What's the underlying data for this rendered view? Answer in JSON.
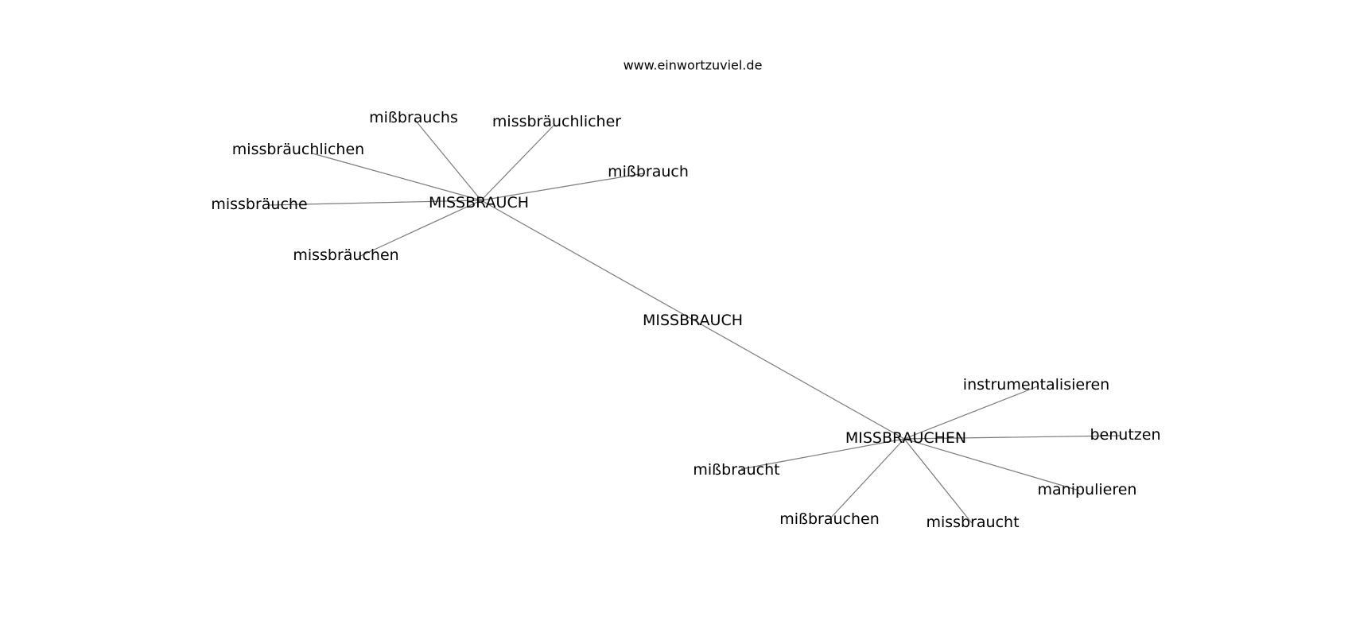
{
  "source": "www.einwortzuviel.de",
  "nodes": [
    {
      "id": "hub1",
      "label": "MISSBRAUCH"
    },
    {
      "id": "center",
      "label": "MISSBRAUCH"
    },
    {
      "id": "hub2",
      "label": "MISSBRAUCHEN"
    },
    {
      "id": "n_missbrauchs",
      "label": "mißbrauchs"
    },
    {
      "id": "n_missbraeuchlicher",
      "label": "missbräuchlicher"
    },
    {
      "id": "n_missbraeuchlichen",
      "label": "missbräuchlichen"
    },
    {
      "id": "n_missbrauch_sz",
      "label": "mißbrauch"
    },
    {
      "id": "n_missbraeuche",
      "label": "missbräuche"
    },
    {
      "id": "n_missbraeuchen",
      "label": "missbräuchen"
    },
    {
      "id": "n_instrumentalisieren",
      "label": "instrumentalisieren"
    },
    {
      "id": "n_benutzen",
      "label": "benutzen"
    },
    {
      "id": "n_missbraucht_sz",
      "label": "mißbraucht"
    },
    {
      "id": "n_manipulieren",
      "label": "manipulieren"
    },
    {
      "id": "n_missbrauchen_sz",
      "label": "mißbrauchen"
    },
    {
      "id": "n_missbraucht",
      "label": "missbraucht"
    }
  ],
  "edges": [
    [
      "hub1",
      "n_missbrauchs"
    ],
    [
      "hub1",
      "n_missbraeuchlicher"
    ],
    [
      "hub1",
      "n_missbraeuchlichen"
    ],
    [
      "hub1",
      "n_missbrauch_sz"
    ],
    [
      "hub1",
      "n_missbraeuche"
    ],
    [
      "hub1",
      "n_missbraeuchen"
    ],
    [
      "hub1",
      "hub2"
    ],
    [
      "hub2",
      "n_instrumentalisieren"
    ],
    [
      "hub2",
      "n_benutzen"
    ],
    [
      "hub2",
      "n_missbraucht_sz"
    ],
    [
      "hub2",
      "n_manipulieren"
    ],
    [
      "hub2",
      "n_missbrauchen_sz"
    ],
    [
      "hub2",
      "n_missbraucht"
    ]
  ]
}
